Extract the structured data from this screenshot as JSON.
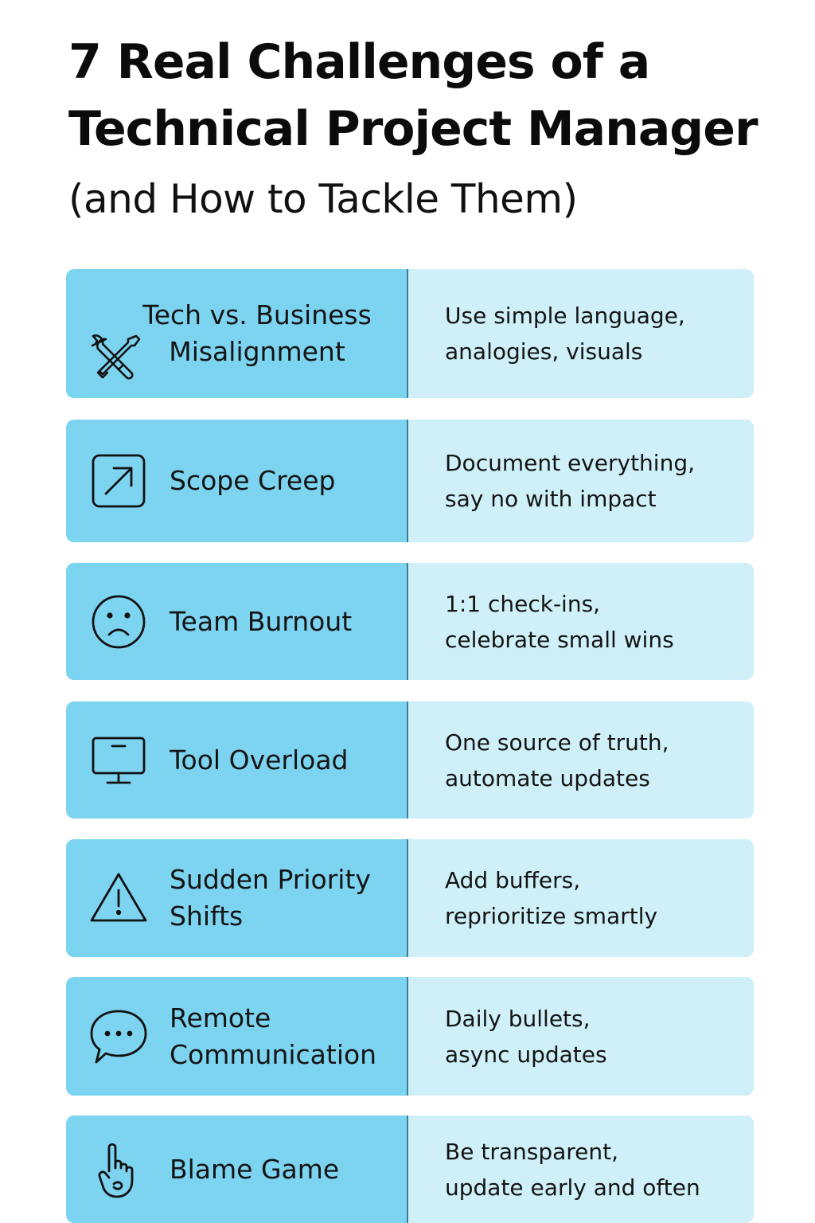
{
  "title_line1": "7 Real Challenges of a",
  "title_line2": "Technical Project Manager",
  "subtitle": "(and How to Tackle Them)",
  "rows": [
    {
      "challenge": "Tech vs. Business\nMisalignment",
      "solution": "Use simple language,\nanalogies, visuals",
      "icon": "tools-icon"
    },
    {
      "challenge": "Scope Creep",
      "solution": "Document everything,\nsay no with impact",
      "icon": "arrow-up-right-icon"
    },
    {
      "challenge": "Team Burnout",
      "solution": "1:1 check-ins,\ncelebrate small wins",
      "icon": "sad-face-icon"
    },
    {
      "challenge": "Tool Overload",
      "solution": "One source of truth,\nautomate updates",
      "icon": "monitor-icon"
    },
    {
      "challenge": "Sudden Priority\nShifts",
      "solution": "Add buffers,\nreprioritize smartly",
      "icon": "warning-icon"
    },
    {
      "challenge": "Remote\nCommunication",
      "solution": "Daily bullets,\nasync updates",
      "icon": "chat-bubble-icon"
    },
    {
      "challenge": "Blame Game",
      "solution": "Be transparent,\nupdate early and often",
      "icon": "pointing-hand-icon"
    }
  ],
  "colors": {
    "left_cell": "#7dd4f1",
    "right_cell": "#cff0f9",
    "divider": "#3f7d93",
    "text": "#141414"
  }
}
